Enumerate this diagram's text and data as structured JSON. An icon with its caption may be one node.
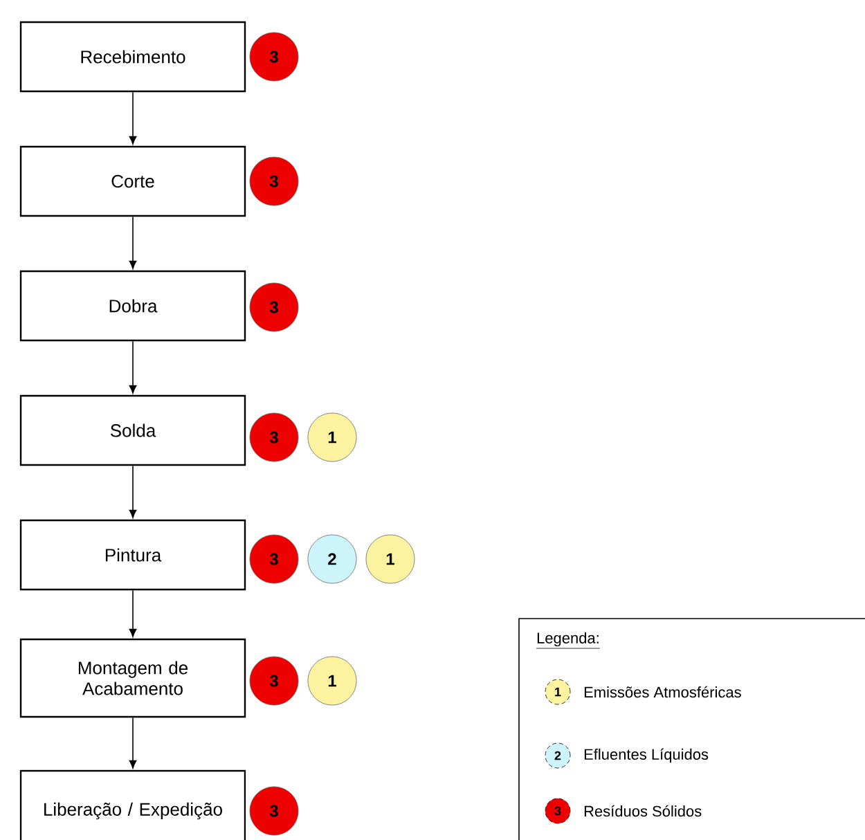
{
  "diagram": {
    "nodes": [
      {
        "text": [
          "Recebimento"
        ]
      },
      {
        "text": [
          "3"
        ]
      },
      {
        "text": [
          "Corte"
        ]
      },
      {
        "text": [
          "3"
        ]
      },
      {
        "text": [
          "Dobra"
        ]
      },
      {
        "text": [
          "3"
        ]
      },
      {
        "text": [
          "Solda"
        ]
      },
      {
        "text": [
          "3"
        ]
      },
      {
        "text": [
          "1"
        ]
      },
      {
        "text": [
          "Pintura"
        ]
      },
      {
        "text": [
          "3"
        ]
      },
      {
        "text": [
          "2"
        ]
      },
      {
        "text": [
          "1"
        ]
      },
      {
        "text": [
          "Montagem de Acabamento"
        ]
      },
      {
        "text": [
          "3"
        ]
      },
      {
        "text": [
          "1"
        ]
      },
      {
        "text": [
          "Liberação / Expedição"
        ]
      },
      {
        "text": [
          "3"
        ]
      }
    ],
    "edges": [
      {
        "from": 0,
        "to": 2,
        "arrow": "to"
      },
      {
        "from": 2,
        "to": 4,
        "arrow": "to"
      },
      {
        "from": 4,
        "to": 6,
        "arrow": "to"
      },
      {
        "from": 6,
        "to": 9,
        "arrow": "to"
      },
      {
        "from": 9,
        "to": 13,
        "arrow": "to"
      },
      {
        "from": 13,
        "to": 16,
        "arrow": "to"
      }
    ],
    "labels": [
      "Legenda:",
      "1",
      "2",
      "3"
    ],
    "legend": [
      {
        "text": "Emissões Atmosféricas",
        "color": "#fbf3a0"
      },
      {
        "text": "Efluentes Líquidos",
        "color": "#cdf3fb"
      },
      {
        "text": "Resíduos Sólidos",
        "color": "#ee0000"
      }
    ]
  }
}
